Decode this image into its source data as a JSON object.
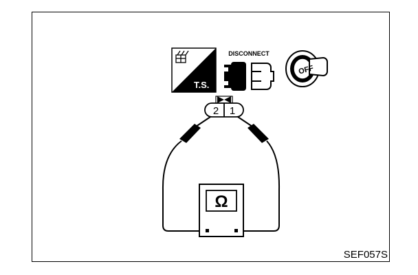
{
  "symbols": {
    "ts_label": "T.S.",
    "disconnect_label": "DISCONNECT",
    "ignition_label": "OFF"
  },
  "connector": {
    "pin_left": "2",
    "pin_right": "1"
  },
  "meter": {
    "symbol": "Ω"
  },
  "figure_code": "SEF057S",
  "colors": {
    "ink": "#000000",
    "paper": "#ffffff"
  }
}
